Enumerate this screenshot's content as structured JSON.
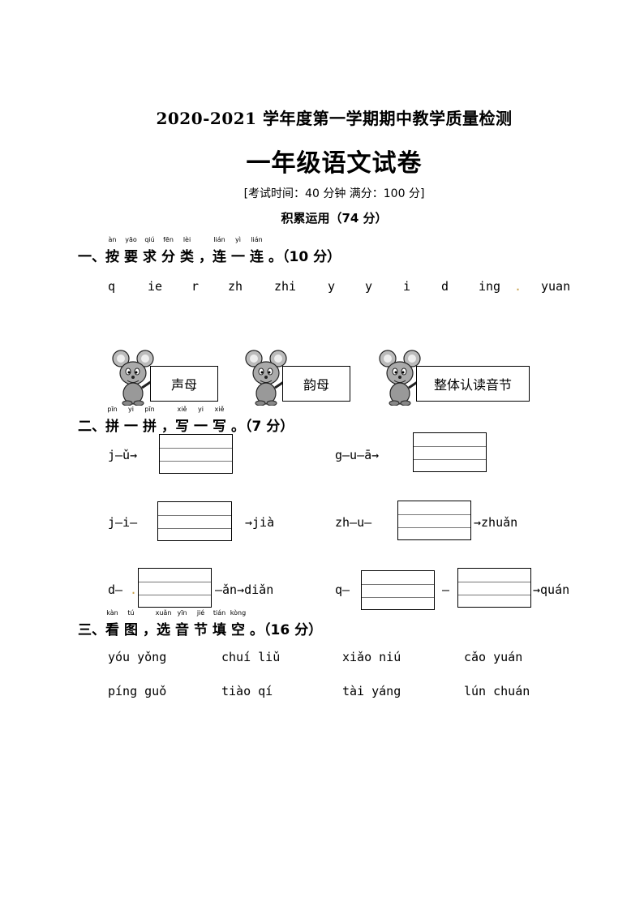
{
  "header": {
    "super_title": "2020-2021 学年度第一学期期中教学质量检测",
    "title": "一年级语文试卷",
    "exam_info": "[考试时间：40 分钟   满分：100 分]",
    "part_heading": "积累运用（74 分）"
  },
  "q1": {
    "number": "一、",
    "chars": [
      {
        "hz": "按",
        "py": "àn"
      },
      {
        "hz": "要",
        "py": "yāo"
      },
      {
        "hz": "求",
        "py": "qiú"
      },
      {
        "hz": "分",
        "py": "fēn"
      },
      {
        "hz": "类",
        "py": "lèi"
      }
    ],
    "sep": "，",
    "chars2": [
      {
        "hz": "连",
        "py": "lián"
      },
      {
        "hz": "一",
        "py": "yì"
      },
      {
        "hz": "连",
        "py": "lián"
      }
    ],
    "score": "。（10 分）",
    "items": [
      "q",
      "ie",
      "r",
      "zh",
      "zhi",
      "y",
      "y",
      "i",
      "d",
      "ing",
      "yuan"
    ],
    "dot": ".",
    "categories": [
      "声母",
      "韵母",
      "整体认读音节"
    ]
  },
  "q2": {
    "number": "二、",
    "chars": [
      {
        "hz": "拼",
        "py": "pīn"
      },
      {
        "hz": "一",
        "py": "yi"
      },
      {
        "hz": "拼",
        "py": "pīn"
      }
    ],
    "sep": "，",
    "chars2": [
      {
        "hz": "写",
        "py": "xiě"
      },
      {
        "hz": "一",
        "py": "yi"
      },
      {
        "hz": "写",
        "py": "xiě"
      }
    ],
    "score": "。（7 分）",
    "rows": {
      "r1_left": "j—ǔ→",
      "r1_right": "g—u—ā→",
      "r2_left_pre": "j—i—",
      "r2_left_post": "→jià",
      "r2_right_pre": "zh—u—",
      "r2_right_post": "→zhuǎn",
      "r3_left_pre": "d—",
      "r3_left_dot": ".",
      "r3_left_post": "—ǎn→diǎn",
      "r3_right_pre": "q—",
      "r3_right_mid": "—",
      "r3_right_post": "→quán"
    }
  },
  "q3": {
    "number": "三、",
    "chars": [
      {
        "hz": "看",
        "py": "kàn"
      },
      {
        "hz": "图",
        "py": "tú"
      }
    ],
    "sep": "，",
    "chars2": [
      {
        "hz": "选",
        "py": "xuǎn"
      },
      {
        "hz": "音",
        "py": "yīn"
      },
      {
        "hz": "节",
        "py": "jié"
      },
      {
        "hz": "填",
        "py": "tián"
      },
      {
        "hz": "空",
        "py": "kòng"
      }
    ],
    "score": "。（16 分）",
    "row1": [
      "yóu yǒng",
      "chuí liǔ",
      "xiǎo niú",
      "cǎo yuán"
    ],
    "row2": [
      "píng guǒ",
      "tiào qí",
      "tài yáng",
      "lún chuán"
    ]
  }
}
